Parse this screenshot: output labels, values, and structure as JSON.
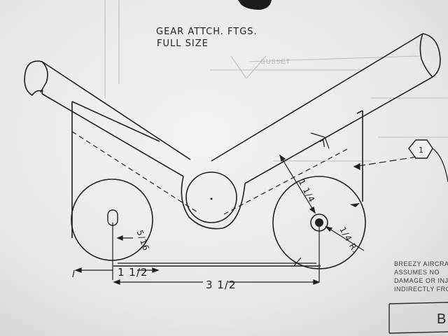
{
  "drawing": {
    "title_line1": "GEAR ATTCH. FTGS.",
    "title_line2": "FULL SIZE",
    "dim_hole": "5/16",
    "dim_radius": "1/4 R.",
    "dim_vertical": "1 1/4",
    "dim_small": "7",
    "dim_left": "1 1/2",
    "dim_overall": "3 1/2",
    "hex_label": "1",
    "faded_label": "GUSSET"
  },
  "notice": {
    "line1": "BREEZY AIRCRA",
    "line2": "ASSUMES NO",
    "line3": "DAMAGE OR INJU",
    "line4": "INDIRECTLY FROM"
  },
  "title_block": {
    "letter": "B"
  },
  "colors": {
    "ink": "#1e2024",
    "paper": "#eef0ef",
    "shadow": "#b8bcbc"
  }
}
